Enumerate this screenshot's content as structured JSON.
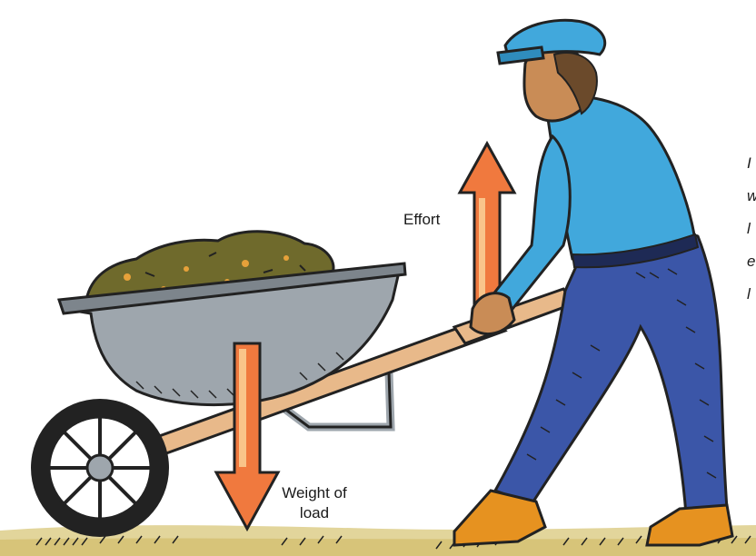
{
  "labels": {
    "effort": "Effort",
    "load_line1": "Weight of",
    "load_line2": "load"
  },
  "caption": {
    "lines": [
      "I",
      "w",
      "l",
      "e",
      "l"
    ]
  },
  "colors": {
    "arrow_fill": "#f0793e",
    "arrow_light": "#f9c48a",
    "ground": "#d8c77a",
    "barrow": "#9ea6ad",
    "handle": "#e8b98a",
    "soil": "#6f6a2c",
    "shirt": "#41a8dc",
    "trousers": "#3b56a8",
    "cap": "#41a8dc",
    "skin": "#c98c56",
    "boot": "#e69220"
  }
}
